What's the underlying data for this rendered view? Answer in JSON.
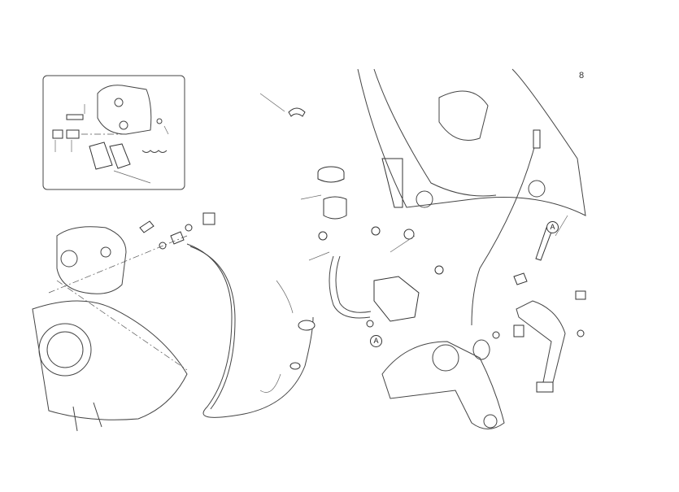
{
  "page_number": "8",
  "callouts": {
    "a_right": "A",
    "a_center": "A"
  }
}
